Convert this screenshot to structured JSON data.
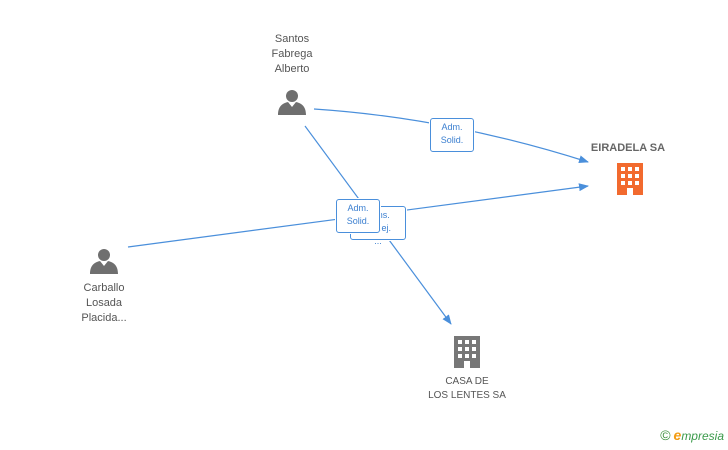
{
  "people": [
    {
      "id": "santos",
      "lines": [
        "Santos",
        "Fabrega",
        "Alberto"
      ]
    },
    {
      "id": "carballo",
      "lines": [
        "Carballo",
        "Losada",
        "Placida..."
      ]
    }
  ],
  "companies": [
    {
      "id": "eiradela",
      "lines": [
        "EIRADELA SA"
      ],
      "color": "#f26a2e",
      "main": true
    },
    {
      "id": "casa",
      "lines": [
        "CASA DE",
        "LOS LENTES SA"
      ],
      "color": "#777777",
      "main": false
    }
  ],
  "edges": [
    {
      "from": "santos",
      "to": "eiradela",
      "label": [
        "Adm.",
        "Solid."
      ]
    },
    {
      "from": "carballo",
      "to": "eiradela",
      "label": [
        "Adm.",
        "Solid."
      ]
    },
    {
      "from": "santos",
      "to": "casa",
      "label": [
        "Cons.",
        "Conej.",
        "..."
      ]
    }
  ],
  "colors": {
    "edge": "#4a8fdb",
    "person": "#6f6f6f"
  },
  "footer": {
    "copyright": "©",
    "brand_initial": "e",
    "brand_rest": "mpresia"
  }
}
